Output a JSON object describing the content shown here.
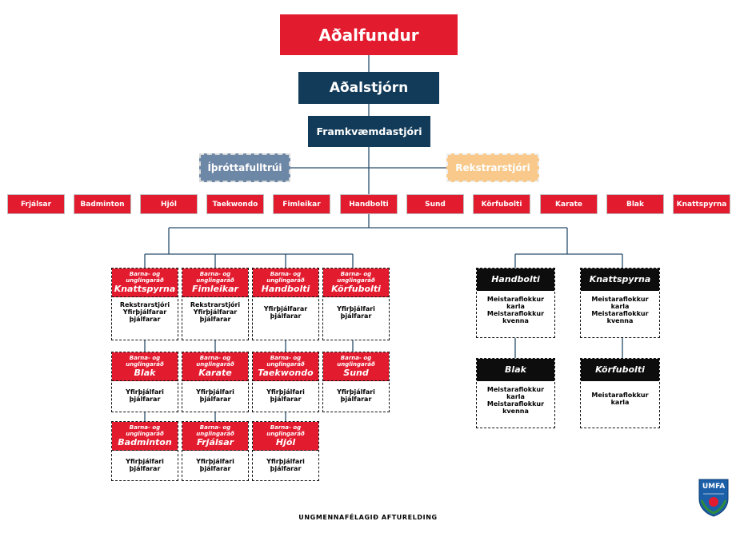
{
  "colors": {
    "red": "#e31b2f",
    "navy": "#123b59",
    "slate": "#6d87a6",
    "peach": "#f8c98a",
    "black": "#0d0d0d",
    "line": "#2a4e6c"
  },
  "top": {
    "adalfundur": "Aðalfundur",
    "adalstjorn": "Aðalstjórn",
    "framkvaemdastjori": "Framkvæmdastjóri",
    "ithrottafulltrui": "Íþróttafulltrúi",
    "rekstrarstjori": "Rekstrarstjóri"
  },
  "sports": [
    "Frjálsar",
    "Badminton",
    "Hjól",
    "Taekwondo",
    "Fimleikar",
    "Handbolti",
    "Sund",
    "Körfubolti",
    "Karate",
    "Blak",
    "Knattspyrna"
  ],
  "youth_prefix": {
    "line1": "Barna- og",
    "line2": "unglingaráð"
  },
  "youth_councils": [
    {
      "name": "Knattspyrna",
      "roles": [
        "Rekstrarstjóri",
        "Yfirþjálfarar",
        "þjálfarar"
      ]
    },
    {
      "name": "Fimleikar",
      "roles": [
        "Rekstrarstjóri",
        "Yfirþjálfarar",
        "þjálfarar"
      ]
    },
    {
      "name": "Handbolti",
      "roles": [
        "Yfirþjálfarar",
        "þjálfarar"
      ]
    },
    {
      "name": "Körfubolti",
      "roles": [
        "Yfirþjálfari",
        "þjálfarar"
      ]
    },
    {
      "name": "Blak",
      "roles": [
        "Yfirþjálfari",
        "þjálfarar"
      ]
    },
    {
      "name": "Karate",
      "roles": [
        "Yfirþjálfari",
        "þjálfarar"
      ]
    },
    {
      "name": "Taekwondo",
      "roles": [
        "Yfirþjálfari",
        "þjálfarar"
      ]
    },
    {
      "name": "Sund",
      "roles": [
        "Yfirþjálfari",
        "þjálfarar"
      ]
    },
    {
      "name": "Badminton",
      "roles": [
        "Yfirþjálfari",
        "þjálfarar"
      ]
    },
    {
      "name": "Frjálsar",
      "roles": [
        "Yfirþjálfari",
        "þjálfarar"
      ]
    },
    {
      "name": "Hjól",
      "roles": [
        "Yfirþjálfari",
        "þjálfarar"
      ]
    }
  ],
  "senior_teams": [
    {
      "name": "Handbolti",
      "roles": [
        "Meistaraflokkur",
        "karla",
        "Meistaraflokkur",
        "kvenna"
      ]
    },
    {
      "name": "Knattspyrna",
      "roles": [
        "Meistaraflokkur",
        "karla",
        "Meistaraflokkur",
        "kvenna"
      ]
    },
    {
      "name": "Blak",
      "roles": [
        "Meistaraflokkur",
        "karla",
        "Meistaraflokkur",
        "kvenna"
      ]
    },
    {
      "name": "Körfubolti",
      "roles": [
        "Meistaraflokkur",
        "karla"
      ]
    }
  ],
  "footer": "UNGMENNAFÉLAGIÐ AFTURELDING",
  "logo_text": "UMFA"
}
